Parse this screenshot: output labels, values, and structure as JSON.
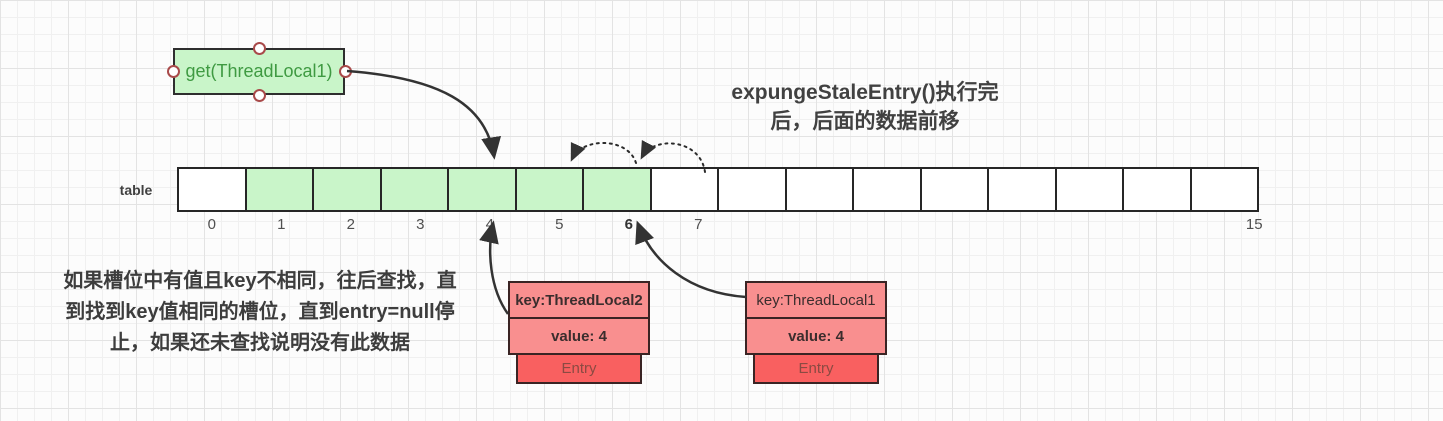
{
  "get_box": {
    "label": "get(ThreadLocal1)"
  },
  "note_top": {
    "lines": [
      "expungeStaleEntry()执行完",
      "后，后面的数据前移"
    ]
  },
  "note_left": {
    "lines": [
      "如果槽位中有值且key不相同，往后查找，直",
      "到找到key值相同的槽位，直到entry=null停",
      "止，如果还未查找说明没有此数据"
    ]
  },
  "table": {
    "label": "table",
    "cells": [
      {
        "label": "0",
        "highlighted": false
      },
      {
        "label": "1",
        "highlighted": true
      },
      {
        "label": "2",
        "highlighted": true
      },
      {
        "label": "3",
        "highlighted": true
      },
      {
        "label": "4",
        "highlighted": true
      },
      {
        "label": "5",
        "highlighted": true
      },
      {
        "label": "6",
        "highlighted": true,
        "bold_label": true
      },
      {
        "label": "7",
        "highlighted": false
      },
      {
        "label": "",
        "highlighted": false
      },
      {
        "label": "",
        "highlighted": false
      },
      {
        "label": "",
        "highlighted": false
      },
      {
        "label": "",
        "highlighted": false
      },
      {
        "label": "",
        "highlighted": false
      },
      {
        "label": "",
        "highlighted": false
      },
      {
        "label": "",
        "highlighted": false
      },
      {
        "label": "15",
        "highlighted": false
      }
    ]
  },
  "entries": [
    {
      "key_label": "key:ThreadLocal2",
      "value_label": "value: 4",
      "entry_label": "Entry",
      "points_to_index": "4"
    },
    {
      "key_label": "key:ThreadLocal1",
      "value_label": "value: 4",
      "entry_label": "Entry",
      "points_to_index": "6"
    }
  ],
  "colors": {
    "green_fill": "#c9f5c9",
    "pink_fill": "#f98f8f",
    "red_fill": "#f96060",
    "entry_text": "#8b4a42",
    "get_text": "#3f9a42",
    "connector_ring": "#a94a4a",
    "text_dark": "#414141",
    "arrow": "#333333",
    "grid_minor": "#f0f0f0",
    "grid_major": "#e3e3e3"
  }
}
